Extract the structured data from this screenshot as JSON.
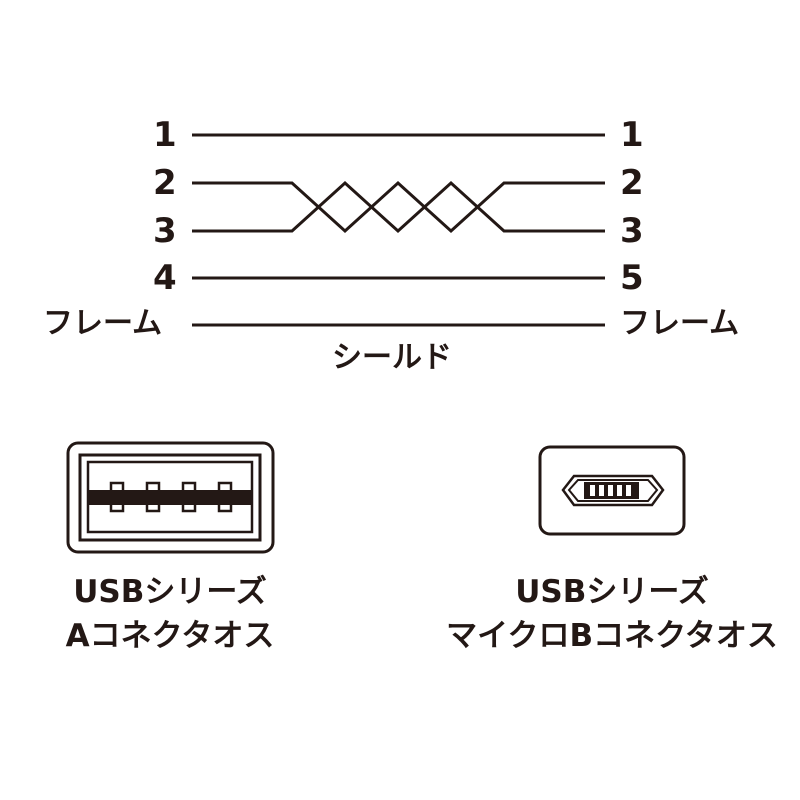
{
  "wiring": {
    "left_pins": [
      "1",
      "2",
      "3",
      "4"
    ],
    "right_pins": [
      "1",
      "2",
      "3",
      "5"
    ],
    "frame_left": "フレーム",
    "frame_right": "フレーム",
    "shield": "シールド"
  },
  "connectors": {
    "left": {
      "line1": "USBシリーズ",
      "line2": "Aコネクタオス"
    },
    "right": {
      "line1": "USBシリーズ",
      "line2": "マイクロBコネクタオス"
    }
  },
  "colors": {
    "ink": "#231815",
    "background": "#ffffff"
  }
}
